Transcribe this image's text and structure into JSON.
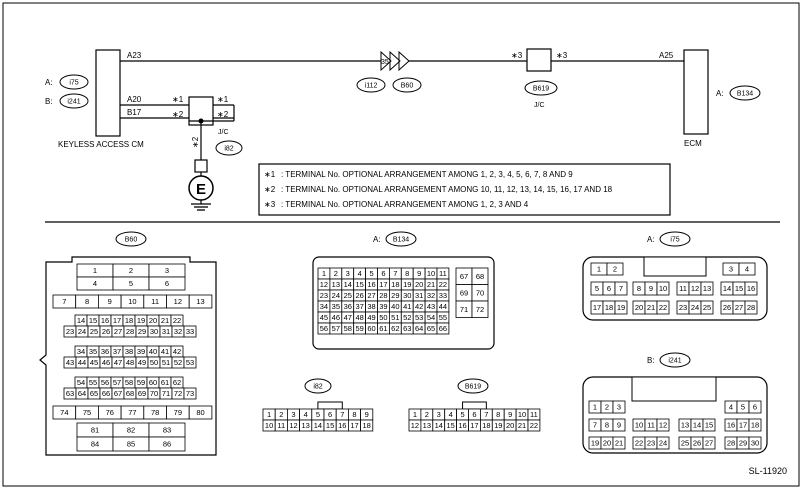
{
  "ecu_left": {
    "label": "KEYLESS ACCESS CM",
    "connA_tag": "A:",
    "connA": "i75",
    "connB_tag": "B:",
    "connB": "i241",
    "pins": [
      "A23",
      "A20",
      "B17"
    ]
  },
  "ecm": {
    "label": "ECM",
    "conn_tag": "A:",
    "conn": "B134",
    "pin": "A25"
  },
  "inline_conn": {
    "pin": "35",
    "codes": [
      "i112",
      "B60"
    ]
  },
  "jc_top": {
    "code": "B619",
    "label": "J/C",
    "mark_left": "∗3",
    "mark_right": "∗3"
  },
  "jc_bottom": {
    "code": "i82",
    "label": "J/C",
    "marks": [
      "∗1",
      "∗1",
      "∗2",
      "∗2",
      "∗2"
    ]
  },
  "ground_symbol": "E",
  "notes": [
    {
      "mark": "∗1",
      "text": ": TERMINAL No. OPTIONAL ARRANGEMENT AMONG 1, 2, 3, 4, 5, 6, 7, 8 AND 9"
    },
    {
      "mark": "∗2",
      "text": ": TERMINAL No. OPTIONAL ARRANGEMENT AMONG 10, 11, 12, 13, 14, 15, 16, 17 AND 18"
    },
    {
      "mark": "∗3",
      "text": ": TERMINAL No. OPTIONAL ARRANGEMENT AMONG 1, 2, 3 AND 4"
    }
  ],
  "connectors": {
    "B60": {
      "label": "B60",
      "rows": [
        [
          "1",
          "2",
          "3"
        ],
        [
          "4",
          "5",
          "6"
        ],
        [
          "7",
          "8",
          "9",
          "10",
          "11",
          "12",
          "13"
        ],
        [
          "14",
          "15",
          "16",
          "17",
          "18",
          "19",
          "20",
          "21",
          "22"
        ],
        [
          "23",
          "24",
          "25",
          "26",
          "27",
          "28",
          "29",
          "30",
          "31",
          "32",
          "33"
        ],
        [
          "34",
          "35",
          "36",
          "37",
          "38",
          "39",
          "40",
          "41",
          "42"
        ],
        [
          "43",
          "44",
          "45",
          "46",
          "47",
          "48",
          "49",
          "50",
          "51",
          "52",
          "53"
        ],
        [
          "54",
          "55",
          "56",
          "57",
          "58",
          "59",
          "60",
          "61",
          "62"
        ],
        [
          "63",
          "64",
          "65",
          "66",
          "67",
          "68",
          "69",
          "70",
          "71",
          "72",
          "73"
        ],
        [
          "74",
          "75",
          "76",
          "77",
          "78",
          "79",
          "80"
        ],
        [
          "81",
          "82",
          "83"
        ],
        [
          "84",
          "85",
          "86"
        ]
      ]
    },
    "B134": {
      "tag": "A:",
      "label": "B134",
      "rows": [
        [
          "1",
          "2",
          "3",
          "4",
          "5",
          "6",
          "7",
          "8",
          "9",
          "10",
          "11"
        ],
        [
          "12",
          "13",
          "14",
          "15",
          "16",
          "17",
          "18",
          "19",
          "20",
          "21",
          "22"
        ],
        [
          "23",
          "24",
          "25",
          "26",
          "27",
          "28",
          "29",
          "30",
          "31",
          "32",
          "33"
        ],
        [
          "34",
          "35",
          "36",
          "37",
          "38",
          "39",
          "40",
          "41",
          "42",
          "43",
          "44"
        ],
        [
          "45",
          "46",
          "47",
          "48",
          "49",
          "50",
          "51",
          "52",
          "53",
          "54",
          "55"
        ],
        [
          "56",
          "57",
          "58",
          "59",
          "60",
          "61",
          "62",
          "63",
          "64",
          "65",
          "66"
        ]
      ],
      "side": [
        [
          "67",
          "68"
        ],
        [
          "69",
          "70"
        ],
        [
          "71",
          "72"
        ]
      ]
    },
    "i75": {
      "tag": "A:",
      "label": "i75",
      "rows": [
        [
          "1",
          "2"
        ],
        [
          "3",
          "4"
        ],
        [
          "5",
          "6",
          "7"
        ],
        [
          "8",
          "9",
          "10"
        ],
        [
          "11",
          "12",
          "13"
        ],
        [
          "14",
          "15",
          "16"
        ],
        [
          "17",
          "18",
          "19"
        ],
        [
          "20",
          "21",
          "22"
        ],
        [
          "23",
          "24",
          "25"
        ],
        [
          "26",
          "27",
          "28"
        ]
      ]
    },
    "i82": {
      "label": "i82",
      "rows": [
        [
          "1",
          "2",
          "3",
          "4",
          "5",
          "6",
          "7",
          "8",
          "9"
        ],
        [
          "10",
          "11",
          "12",
          "13",
          "14",
          "15",
          "16",
          "17",
          "18"
        ]
      ]
    },
    "B619": {
      "label": "B619",
      "rows": [
        [
          "1",
          "2",
          "3",
          "4",
          "5",
          "6",
          "7",
          "8",
          "9",
          "10",
          "11"
        ],
        [
          "12",
          "13",
          "14",
          "15",
          "16",
          "17",
          "18",
          "19",
          "20",
          "21",
          "22"
        ]
      ]
    },
    "i241": {
      "tag": "B:",
      "label": "i241",
      "rows": [
        [
          "1",
          "2",
          "3"
        ],
        [
          "4",
          "5",
          "6"
        ],
        [
          "7",
          "8",
          "9"
        ],
        [
          "10",
          "11",
          "12"
        ],
        [
          "13",
          "14",
          "15"
        ],
        [
          "16",
          "17",
          "18"
        ],
        [
          "19",
          "20",
          "21"
        ],
        [
          "22",
          "23",
          "24"
        ],
        [
          "25",
          "26",
          "27"
        ],
        [
          "28",
          "29",
          "30"
        ]
      ]
    }
  },
  "figure_id": "SL-11920"
}
